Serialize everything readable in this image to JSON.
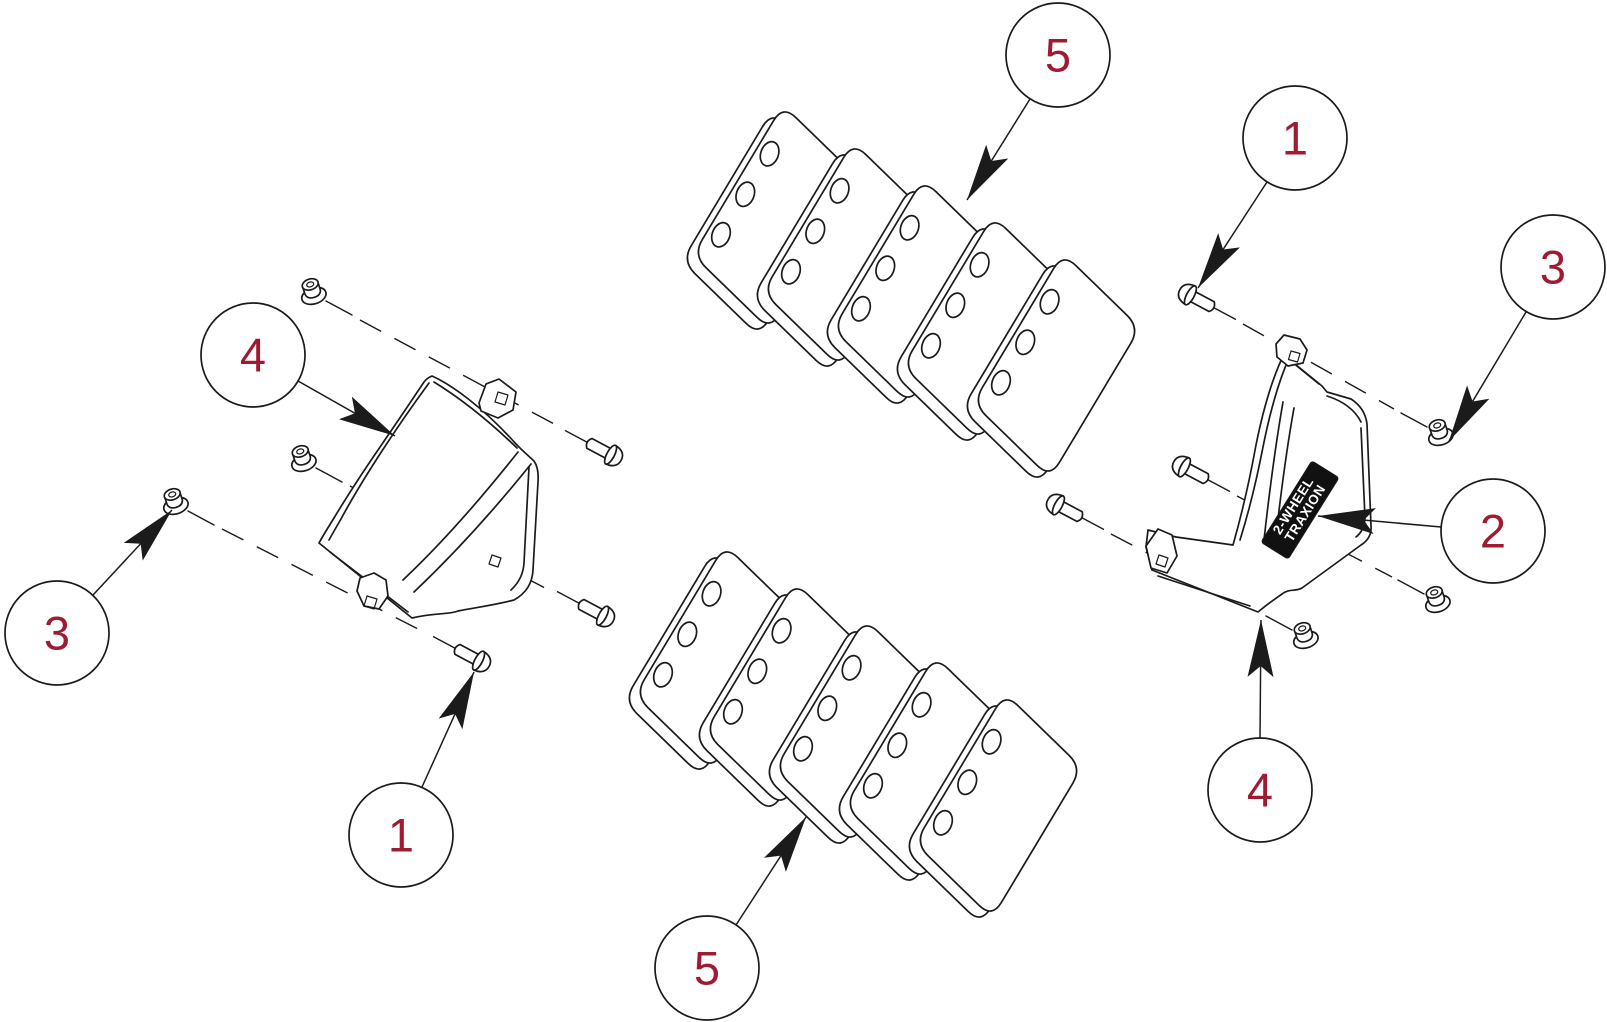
{
  "diagram": {
    "type": "exploded-parts-diagram",
    "colors": {
      "background": "#ffffff",
      "line": "#1b1b1b",
      "callout_number": "#9e1b32",
      "label_bg": "#111111",
      "label_text": "#ffffff"
    },
    "product_label": {
      "line1": "2-WHEEL",
      "line2": "TRAXION"
    },
    "callouts": [
      {
        "number": "5",
        "target": "upper-weight-plate-stack"
      },
      {
        "number": "1",
        "target": "right-carriage-bolt"
      },
      {
        "number": "3",
        "target": "right-flange-nut"
      },
      {
        "number": "2",
        "target": "labeled-bracket-panel"
      },
      {
        "number": "4",
        "target": "right-mount-bracket"
      },
      {
        "number": "4",
        "target": "left-mount-bracket"
      },
      {
        "number": "3",
        "target": "left-flange-nut"
      },
      {
        "number": "1",
        "target": "left-carriage-bolt"
      },
      {
        "number": "5",
        "target": "lower-weight-plate-stack"
      }
    ]
  }
}
